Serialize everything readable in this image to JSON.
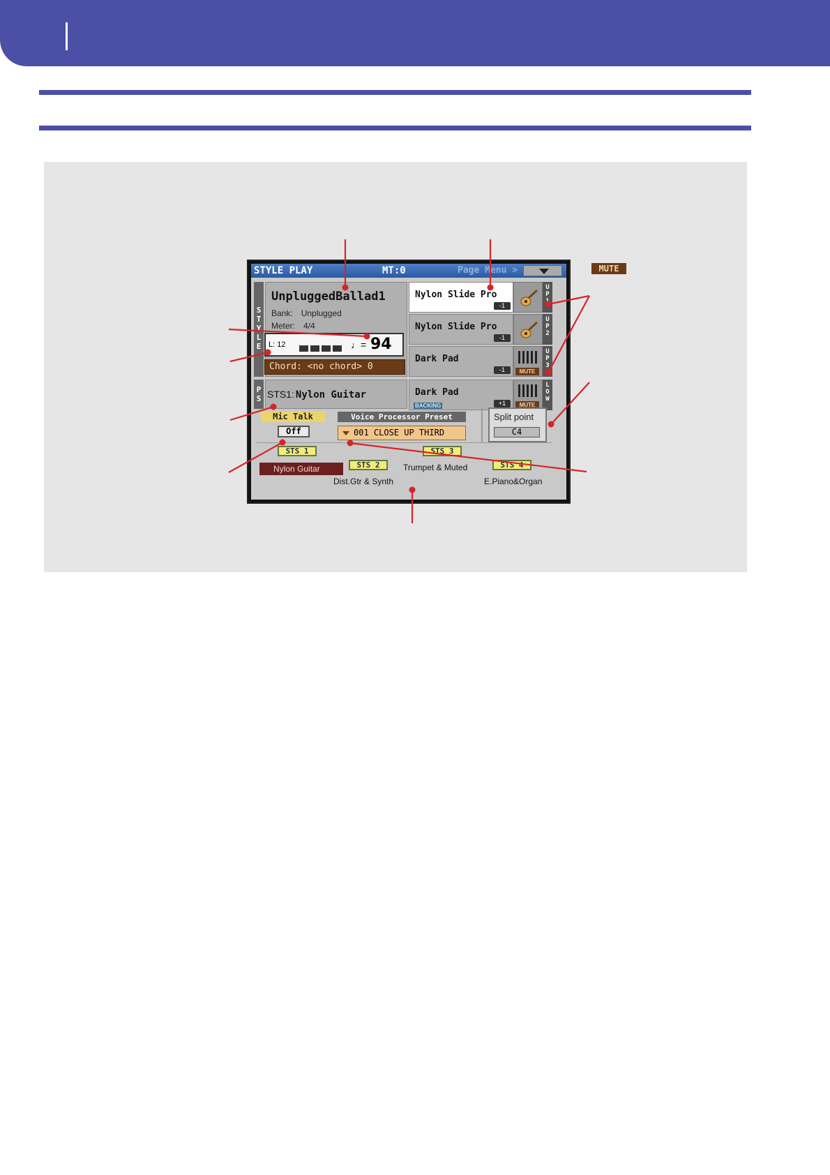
{
  "screen": {
    "title": "STYLE PLAY",
    "mt": "MT:0",
    "page_menu": "Page Menu >",
    "style_tab": [
      "S",
      "T",
      "Y",
      "L",
      "E"
    ],
    "ps_tab": [
      "P",
      "S"
    ],
    "style": {
      "name": "UnpluggedBallad1",
      "bank_label": "Bank:",
      "bank_value": "Unplugged",
      "meter_label": "Meter:",
      "meter_value": "4/4",
      "length": "L: 12",
      "tempo_note": "♩=",
      "tempo": "94",
      "chord": "Chord: <no chord> 0"
    },
    "performance": {
      "prefix": "STS1:",
      "name": "Nylon Guitar"
    },
    "tracks": [
      {
        "name": "Nylon Slide Pro",
        "octave": "-1",
        "lane": [
          "U",
          "P",
          "1"
        ],
        "icon": "guitar-icon",
        "mute": ""
      },
      {
        "name": "Nylon Slide Pro",
        "octave": "-1",
        "lane": [
          "U",
          "P",
          "2"
        ],
        "icon": "guitar-icon",
        "mute": ""
      },
      {
        "name": "Dark Pad",
        "octave": "-1",
        "lane": [
          "U",
          "P",
          "3"
        ],
        "icon": "pad-icon",
        "mute": "MUTE"
      },
      {
        "name": "Dark Pad",
        "octave": "+1",
        "lane": [
          "L",
          "O",
          "W"
        ],
        "icon": "pad-icon",
        "mute": "MUTE",
        "badge": "BACKING"
      }
    ],
    "mic_talk": {
      "label": "Mic Talk",
      "value": "Off"
    },
    "voice_processor": {
      "label": "Voice Processor Preset",
      "value": "001 CLOSE UP THIRD"
    },
    "split_point": {
      "label": "Split point",
      "value": "C4"
    },
    "sts": {
      "buttons": [
        "STS 1",
        "STS 2",
        "STS 3",
        "STS 4"
      ],
      "names": [
        "Nylon Guitar",
        "Dist.Gtr & Synth",
        "Trumpet & Muted",
        "E.Piano&Organ"
      ]
    }
  },
  "legend": {
    "mute_badge": "MUTE"
  },
  "colors": {
    "accent": "#4b4fa6",
    "callout": "#d8232a",
    "figure_bg": "#e6e6e6"
  }
}
